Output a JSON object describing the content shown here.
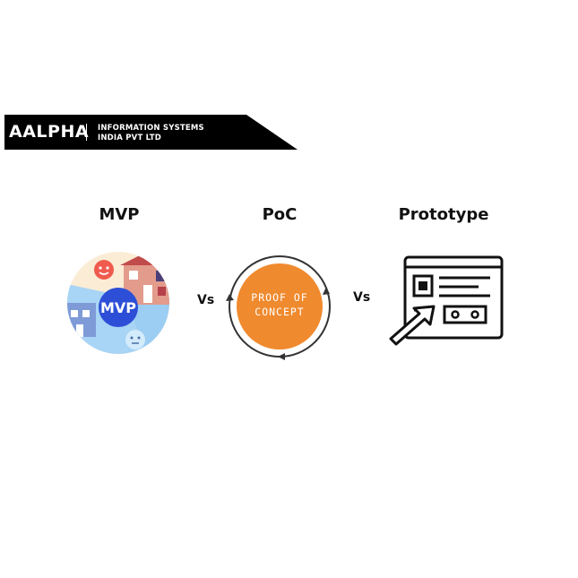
{
  "banner": {
    "brand": "AALPHA",
    "line1": "INFORMATION SYSTEMS",
    "line2": "INDIA PVT LTD"
  },
  "columns": [
    {
      "title": "MVP",
      "badge": "MVP"
    },
    {
      "title": "PoC",
      "badge_line1": "PROOF OF",
      "badge_line2": "CONCEPT"
    },
    {
      "title": "Prototype"
    }
  ],
  "separators": [
    "Vs",
    "Vs"
  ],
  "colors": {
    "banner": "#000000",
    "poc": "#f08a2e",
    "mvp": "#2d4fd7",
    "sky": "#a8d4f5"
  }
}
